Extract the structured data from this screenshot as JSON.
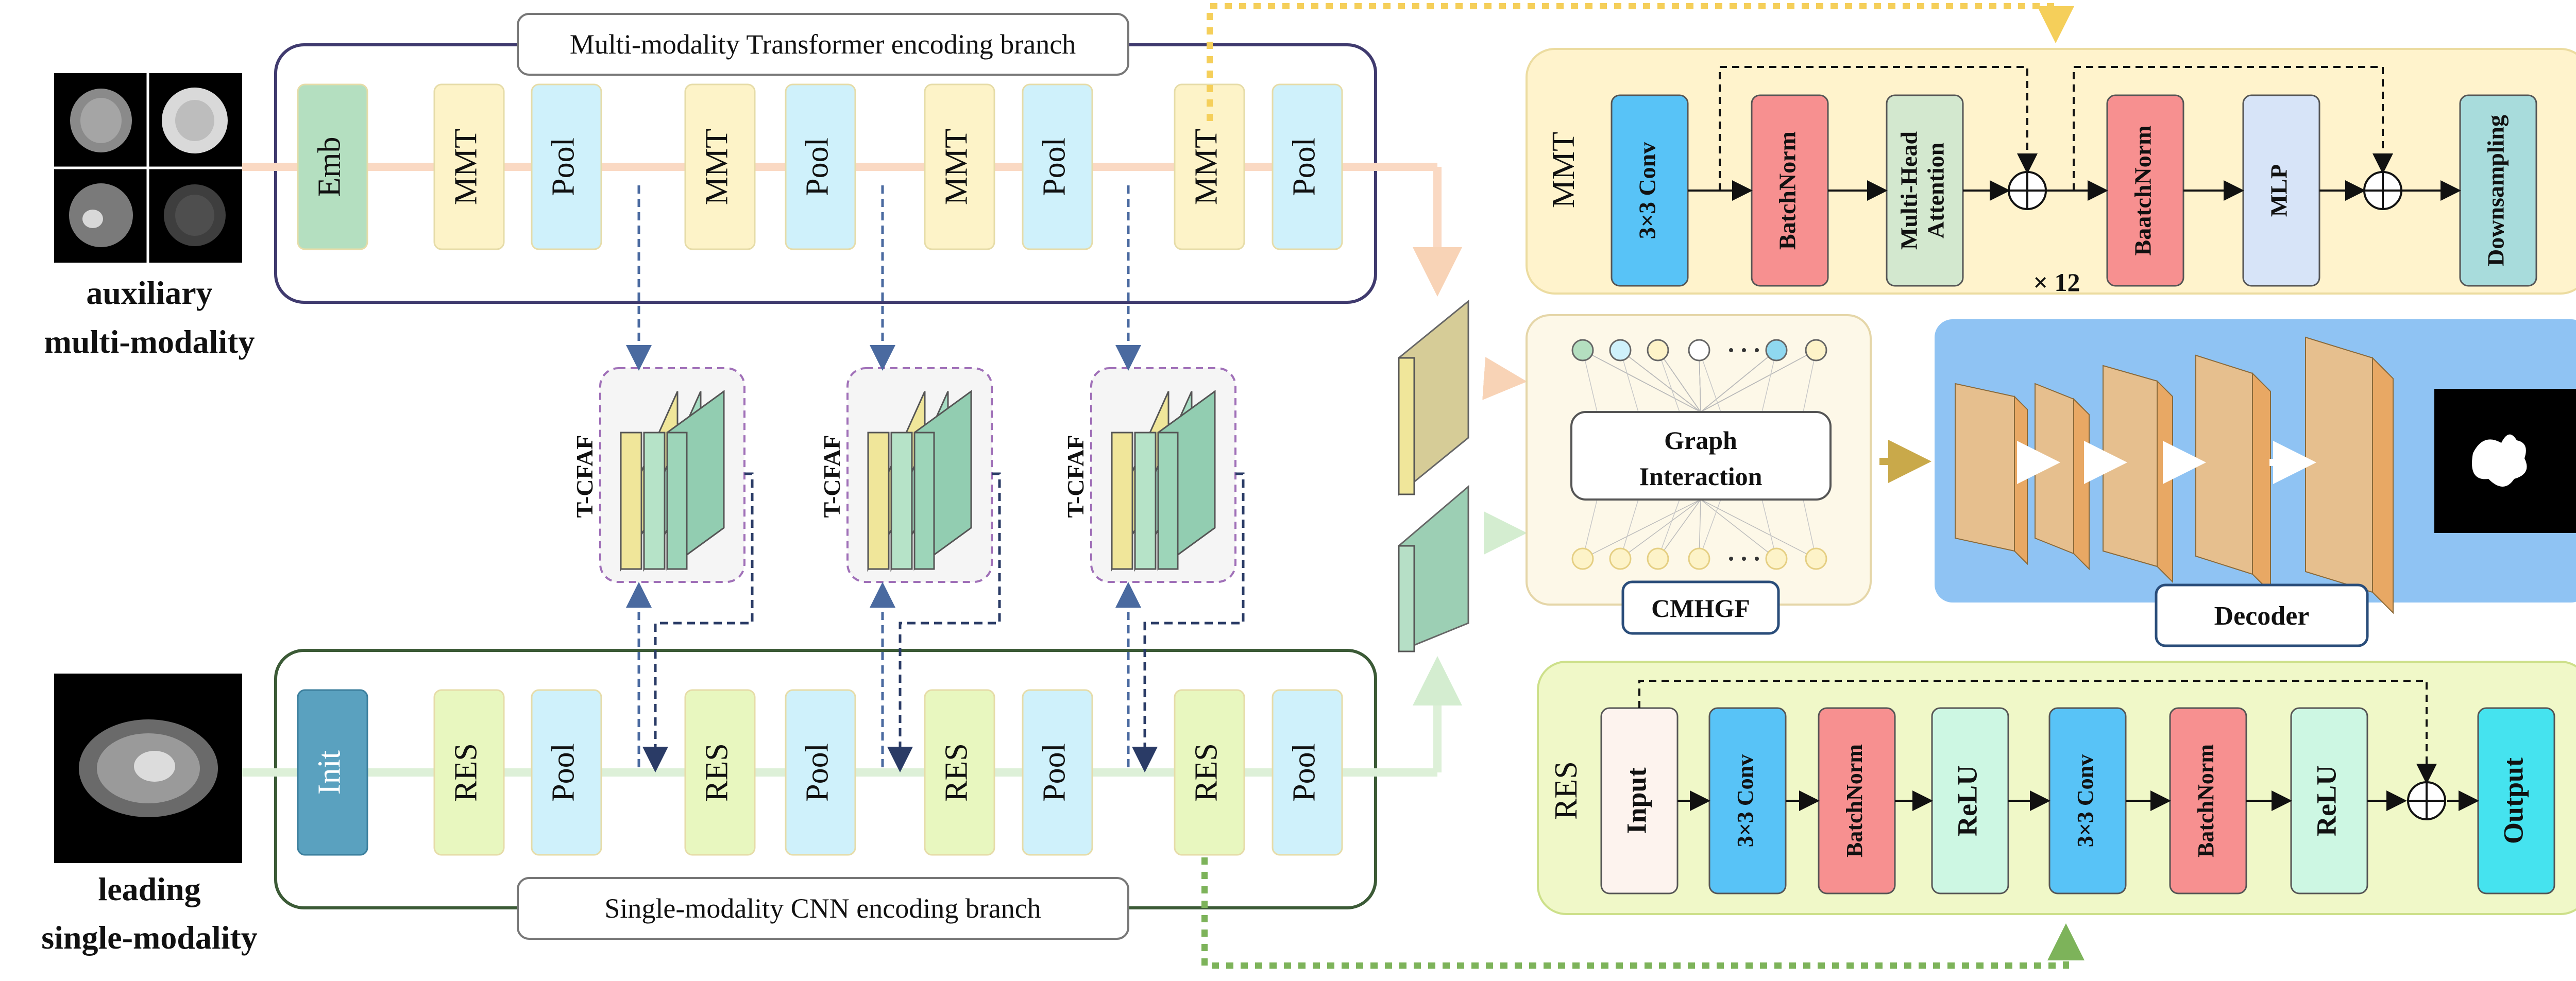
{
  "left": {
    "aux_label_1": "auxiliary",
    "aux_label_2": "multi-modality",
    "lead_label_1": "leading",
    "lead_label_2": "single-modality"
  },
  "transformer_branch": {
    "title": "Multi-modality Transformer encoding branch",
    "blocks": [
      "Emb",
      "MMT",
      "Pool",
      "MMT",
      "Pool",
      "MMT",
      "Pool",
      "MMT",
      "Pool"
    ]
  },
  "cnn_branch": {
    "title": "Single-modality CNN encoding branch",
    "blocks": [
      "Init",
      "RES",
      "Pool",
      "RES",
      "Pool",
      "RES",
      "Pool",
      "RES",
      "Pool"
    ]
  },
  "fusion": {
    "label": "T-CFAF",
    "count": 3
  },
  "mmt_panel": {
    "title": "MMT",
    "blocks": [
      "3×3 Conv",
      "BatchNorm",
      "Multi-Head",
      "Attention",
      "BaatchNorm",
      "MLP",
      "Downsampling"
    ],
    "repeat": "× 12"
  },
  "cmhgf": {
    "label": "CMHGF",
    "graph_1": "Graph",
    "graph_2": "Interaction"
  },
  "decoder": {
    "label": "Decoder"
  },
  "res_panel": {
    "title": "RES",
    "blocks": [
      "Input",
      "3×3 Conv",
      "BatchNorm",
      "ReLU",
      "3×3 Conv",
      "BatchNorm",
      "ReLU",
      "Output"
    ]
  },
  "colors": {
    "mmt_block": "#fdf3c8",
    "pool_block": "#cff1fb",
    "emb_block": "#b4dfc0",
    "res_block": "#e8f7bf",
    "init_block": "#5aa1bf",
    "conv_block": "#58c3f7",
    "bn_block": "#f79090",
    "attn_block": "#d3e8cf",
    "mlp_block": "#d7e4f8",
    "down_block": "#a8dcdc",
    "relu_block": "#cdf7e3",
    "output_block": "#45e3ef",
    "mmt_panel_bg": "#fff3cc",
    "res_panel_bg": "#f0f8c8",
    "decoder_bg": "#8fc3f3",
    "transformer_border": "#3f3a6e",
    "cnn_border": "#3b5a36"
  }
}
